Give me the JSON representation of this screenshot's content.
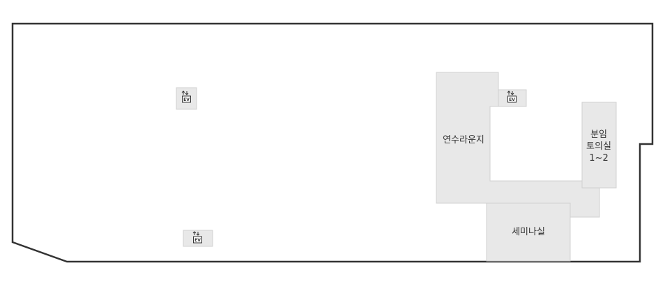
{
  "floor_map": {
    "rooms": {
      "lounge": {
        "label": "연수라운지"
      },
      "meeting_room": {
        "lines": [
          "분임",
          "토의실",
          "1~2"
        ]
      },
      "seminar_room": {
        "label": "세미나실"
      }
    },
    "elevators": [
      {
        "label": "EV"
      },
      {
        "label": "EV"
      },
      {
        "label": "EV"
      }
    ],
    "colors": {
      "wall": "#333333",
      "room_fill": "#e8e8e8",
      "room_stroke": "#d0d0d0",
      "text": "#333333"
    }
  }
}
